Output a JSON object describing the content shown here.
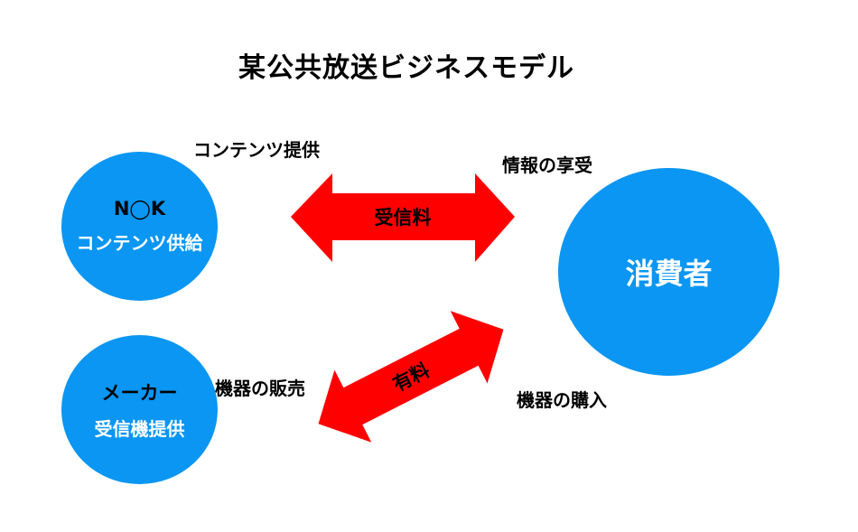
{
  "title": "某公共放送ビジネスモデル",
  "colors": {
    "node_fill": "#0A96F2",
    "arrow_fill": "#FF0000",
    "text_dark": "#000000",
    "text_light": "#FFFFFF"
  },
  "nodes": {
    "broadcaster": {
      "line1": "N◯K",
      "line2": "コンテンツ供給"
    },
    "maker": {
      "line1": "メーカー",
      "line2": "受信機提供"
    },
    "consumer": {
      "line1": "消費者"
    }
  },
  "labels": {
    "content_provision": "コンテンツ提供",
    "info_enjoyment": "情報の享受",
    "device_sales": "機器の販売",
    "device_purchase": "機器の購入"
  },
  "arrows": {
    "fee_arrow": {
      "label": "受信料"
    },
    "paid_arrow": {
      "label": "有料"
    }
  }
}
